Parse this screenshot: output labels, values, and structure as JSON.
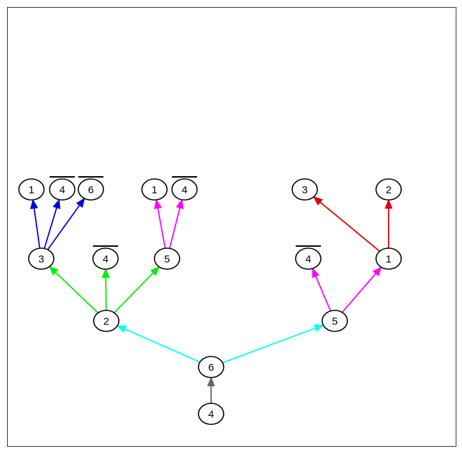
{
  "nodes": [
    {
      "id": "root-4",
      "label": "4",
      "bar": false
    },
    {
      "id": "n6",
      "label": "6",
      "bar": false
    },
    {
      "id": "n2",
      "label": "2",
      "bar": false
    },
    {
      "id": "n5r",
      "label": "5",
      "bar": false
    },
    {
      "id": "n3",
      "label": "3",
      "bar": false
    },
    {
      "id": "n4bar-mid",
      "label": "4",
      "bar": true
    },
    {
      "id": "n5m",
      "label": "5",
      "bar": false
    },
    {
      "id": "n4bar-right",
      "label": "4",
      "bar": true
    },
    {
      "id": "n1r",
      "label": "1",
      "bar": false
    },
    {
      "id": "leaf-1a",
      "label": "1",
      "bar": false
    },
    {
      "id": "leaf-4bar-a",
      "label": "4",
      "bar": true
    },
    {
      "id": "leaf-6bar",
      "label": "6",
      "bar": true
    },
    {
      "id": "leaf-1b",
      "label": "1",
      "bar": false
    },
    {
      "id": "leaf-4bar-b",
      "label": "4",
      "bar": true
    },
    {
      "id": "leaf-3",
      "label": "3",
      "bar": false
    },
    {
      "id": "leaf-2",
      "label": "2",
      "bar": false
    }
  ],
  "edges": [
    {
      "from": "root-4",
      "to": "n6",
      "color": "#666666"
    },
    {
      "from": "n6",
      "to": "n2",
      "color": "#00ffff"
    },
    {
      "from": "n6",
      "to": "n5r",
      "color": "#00ffff"
    },
    {
      "from": "n2",
      "to": "n3",
      "color": "#00ee00"
    },
    {
      "from": "n2",
      "to": "n4bar-mid",
      "color": "#00ee00"
    },
    {
      "from": "n2",
      "to": "n5m",
      "color": "#00ee00"
    },
    {
      "from": "n5r",
      "to": "n4bar-right",
      "color": "#ff00ff"
    },
    {
      "from": "n5r",
      "to": "n1r",
      "color": "#ff00ff"
    },
    {
      "from": "n3",
      "to": "leaf-1a",
      "color": "#0000dd"
    },
    {
      "from": "n3",
      "to": "leaf-4bar-a",
      "color": "#0000dd"
    },
    {
      "from": "n3",
      "to": "leaf-6bar",
      "color": "#0000dd"
    },
    {
      "from": "n5m",
      "to": "leaf-1b",
      "color": "#ff00ff"
    },
    {
      "from": "n5m",
      "to": "leaf-4bar-b",
      "color": "#ff00ff"
    },
    {
      "from": "n1r",
      "to": "leaf-3",
      "color": "#dd0000"
    },
    {
      "from": "n1r",
      "to": "leaf-2",
      "color": "#dd0000"
    }
  ]
}
